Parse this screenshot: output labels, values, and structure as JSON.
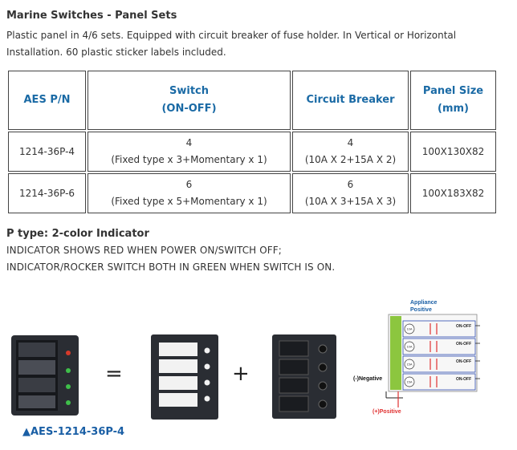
{
  "title": "Marine Switches - Panel Sets",
  "description": "Plastic panel in  4/6 sets. Equipped with circuit breaker of fuse holder. In Vertical or Horizontal Installation. 60 plastic sticker labels included.",
  "table": {
    "headers": {
      "pn": "AES P/N",
      "switch_line1": "Switch",
      "switch_line2": "(ON-OFF)",
      "breaker": "Circuit Breaker",
      "size_line1": "Panel Size",
      "size_line2": "(mm)"
    },
    "rows": [
      {
        "pn": "1214-36P-4",
        "switch_count": "4",
        "switch_detail": "(Fixed type x 3+Momentary x 1)",
        "breaker_count": "4",
        "breaker_detail": "(10A X 2+15A X 2)",
        "size": "100X130X82"
      },
      {
        "pn": "1214-36P-6",
        "switch_count": "6",
        "switch_detail": "(Fixed type x 5+Momentary x 1)",
        "breaker_count": "6",
        "breaker_detail": "(10A X 3+15A X 3)",
        "size": "100X183X82"
      }
    ]
  },
  "p_type": {
    "title": "P type: 2-color Indicator",
    "line1": "INDICATOR SHOWS RED WHEN POWER ON/SWITCH OFF;",
    "line2": "INDICATOR/ROCKER SWITCH BOTH IN GREEN WHEN SWITCH IS ON."
  },
  "illustration": {
    "equals": "=",
    "plus": "+",
    "diagram": {
      "appliance_line1": "Appliance",
      "appliance_line2": "Positive",
      "on_off": [
        "ON-OFF",
        "ON-OFF",
        "ON-OFF",
        "ON-OFF"
      ],
      "breaker_labels": [
        "10A",
        "10A",
        "15A",
        "15A"
      ],
      "negative": "(-)Negative",
      "positive": "(+)Positive"
    },
    "colors": {
      "red_led": "#d63a2a",
      "green_led": "#3fbf4a",
      "panel": "#2a2d33",
      "bus_green": "#8cc63f",
      "wire_red": "#e03030"
    }
  },
  "caption": "▲AES-1214-36P-4"
}
